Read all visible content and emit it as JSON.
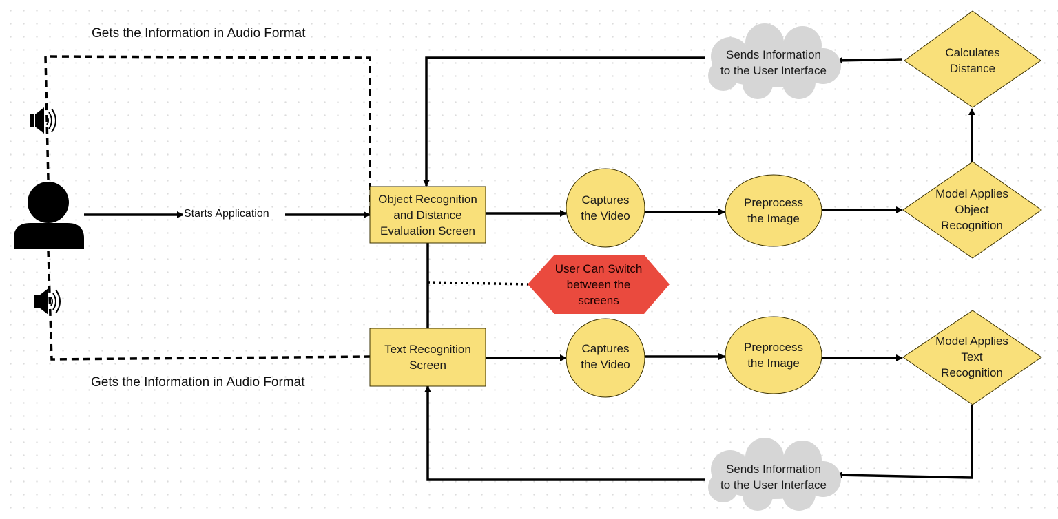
{
  "top_note": "Gets the Information in Audio Format",
  "bottom_note": "Gets the Information in Audio Format",
  "start_label": "Starts Application",
  "nodes": {
    "object_screen": "Object Recognition\nand Distance\nEvaluation Screen",
    "text_screen": "Text Recognition\nScreen",
    "capture_top": "Captures\nthe Video",
    "capture_bottom": "Captures\nthe Video",
    "preprocess_top": "Preprocess\nthe Image",
    "preprocess_bottom": "Preprocess\nthe Image",
    "model_object": "Model Applies\nObject\nRecognition",
    "model_text": "Model Applies\nText\nRecognition",
    "calc_distance": "Calculates\nDistance",
    "send_top": "Sends Information\nto the User Interface",
    "send_bottom": "Sends Information\nto the User Interface",
    "switch_note": "User Can Switch\nbetween the\nscreens"
  },
  "icons": {
    "user": "user-icon",
    "speaker": "speaker-icon"
  },
  "colors": {
    "node_fill": "#f9e07a",
    "node_stroke": "#c9a800",
    "cloud_fill": "#d6d6d6",
    "hexagon_fill": "#ea4a3e",
    "line": "#000000",
    "background": "#ffffff"
  }
}
